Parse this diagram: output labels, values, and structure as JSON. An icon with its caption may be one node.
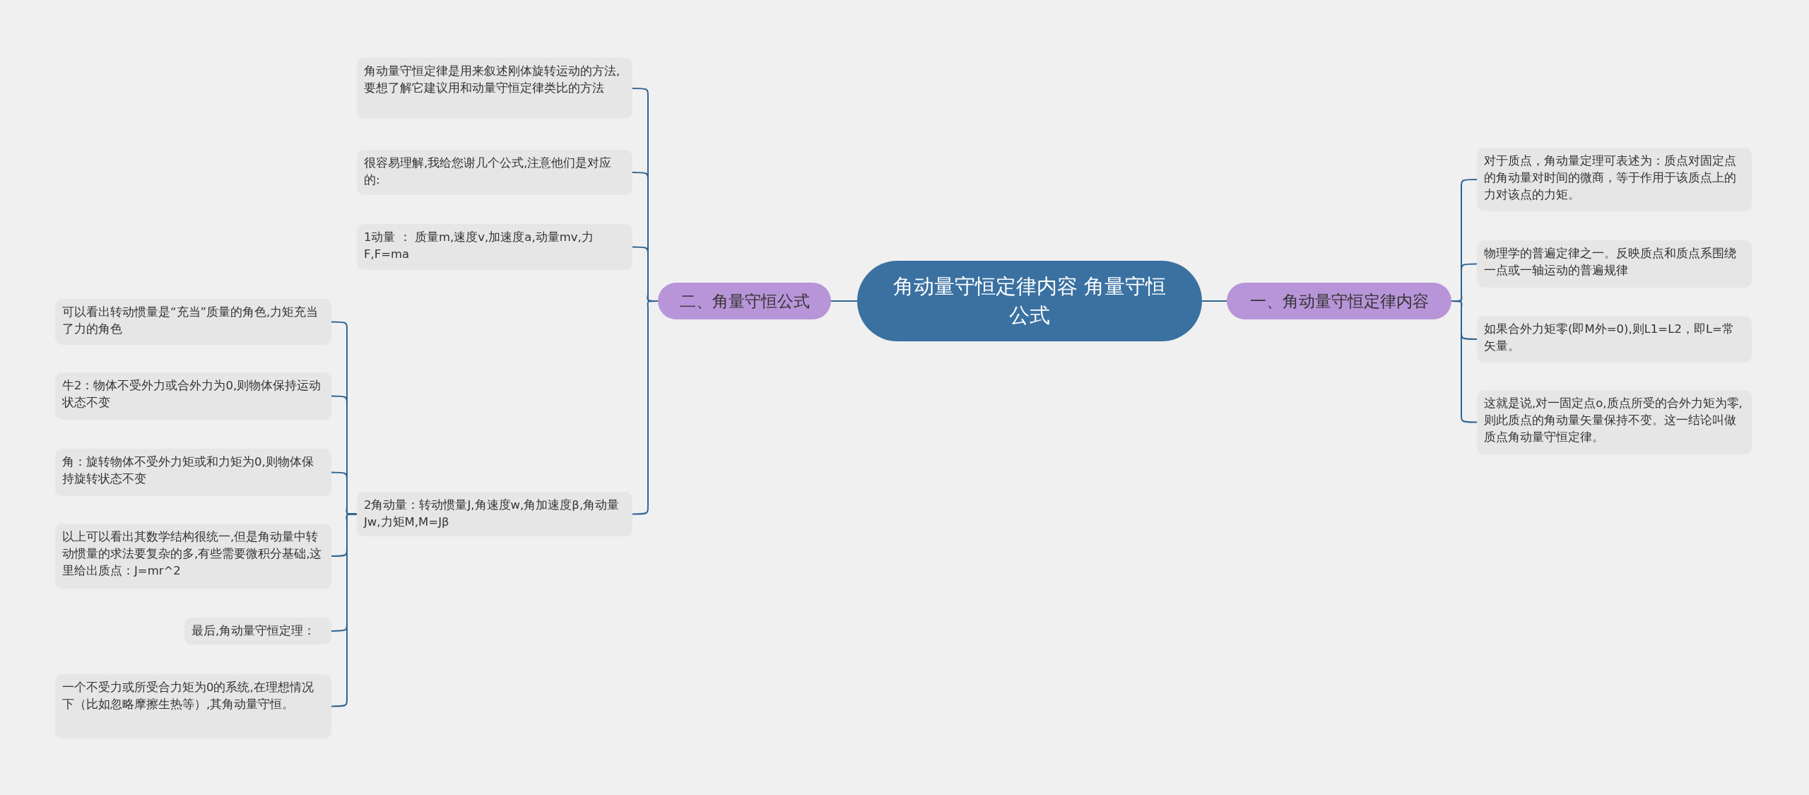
{
  "diagram": {
    "nodes": [
      {
        "text": [
          "角动量守恒定律内容 角量守恒公式"
        ]
      },
      {
        "text": [
          "一、角动量守恒定律内容"
        ]
      },
      {
        "text": [
          "对于质点，角动量定理可表述为：质点对固定点的角动量对时间的微商，等于作用于该质点上的力对该点的力矩。"
        ]
      },
      {
        "text": [
          "物理学的普遍定律之一。反映质点和质点系围绕一点或一轴运动的普遍规律"
        ]
      },
      {
        "text": [
          "如果合外力矩零(即M外=0),则L1=L2，即L=常矢量。"
        ]
      },
      {
        "text": [
          "这就是说,对一固定点o,质点所受的合外力矩为零,则此质点的角动量矢量保持不变。这一结论叫做质点角动量守恒定律。"
        ]
      },
      {
        "text": [
          "二、角量守恒公式"
        ]
      },
      {
        "text": [
          "角动量守恒定律是用来叙述刚体旋转运动的方法,要想了解它建议用和动量守恒定律类比的方法"
        ]
      },
      {
        "text": [
          "很容易理解,我给您谢几个公式,注意他们是对应的:"
        ]
      },
      {
        "text": [
          "1动量 ： 质量m,速度v,加速度a,动量mv,力F,F=ma"
        ]
      },
      {
        "text": [
          "2角动量：转动惯量J,角速度w,角加速度β,角动量Jw,力矩M,M=Jβ"
        ]
      },
      {
        "text": [
          "可以看出转动惯量是“充当”质量的角色,力矩充当了力的角色"
        ]
      },
      {
        "text": [
          "牛2：物体不受外力或合外力为0,则物体保持运动状态不变"
        ]
      },
      {
        "text": [
          "角：旋转物体不受外力矩或和力矩为0,则物体保持旋转状态不变"
        ]
      },
      {
        "text": [
          "以上可以看出其数学结构很统一,但是角动量中转动惯量的求法要复杂的多,有些需要微积分基础,这里给出质点：J=mr^2"
        ]
      },
      {
        "text": [
          "最后,角动量守恒定理："
        ]
      },
      {
        "text": [
          "一个不受力或所受合力矩为0的系统,在理想情况下（比如忽略摩擦生热等）,其角动量守恒。"
        ]
      }
    ],
    "edges": [
      {
        "from": 0,
        "to": 1,
        "arrow": "none"
      },
      {
        "from": 1,
        "to": 2,
        "arrow": "none"
      },
      {
        "from": 1,
        "to": 3,
        "arrow": "none"
      },
      {
        "from": 1,
        "to": 4,
        "arrow": "none"
      },
      {
        "from": 1,
        "to": 5,
        "arrow": "none"
      },
      {
        "from": 0,
        "to": 6,
        "arrow": "none"
      },
      {
        "from": 6,
        "to": 7,
        "arrow": "none"
      },
      {
        "from": 6,
        "to": 8,
        "arrow": "none"
      },
      {
        "from": 6,
        "to": 9,
        "arrow": "none"
      },
      {
        "from": 6,
        "to": 10,
        "arrow": "none"
      },
      {
        "from": 10,
        "to": 11,
        "arrow": "none"
      },
      {
        "from": 10,
        "to": 12,
        "arrow": "none"
      },
      {
        "from": 10,
        "to": 13,
        "arrow": "none"
      },
      {
        "from": 10,
        "to": 14,
        "arrow": "none"
      },
      {
        "from": 10,
        "to": 15,
        "arrow": "none"
      },
      {
        "from": 10,
        "to": 16,
        "arrow": "none"
      }
    ]
  }
}
